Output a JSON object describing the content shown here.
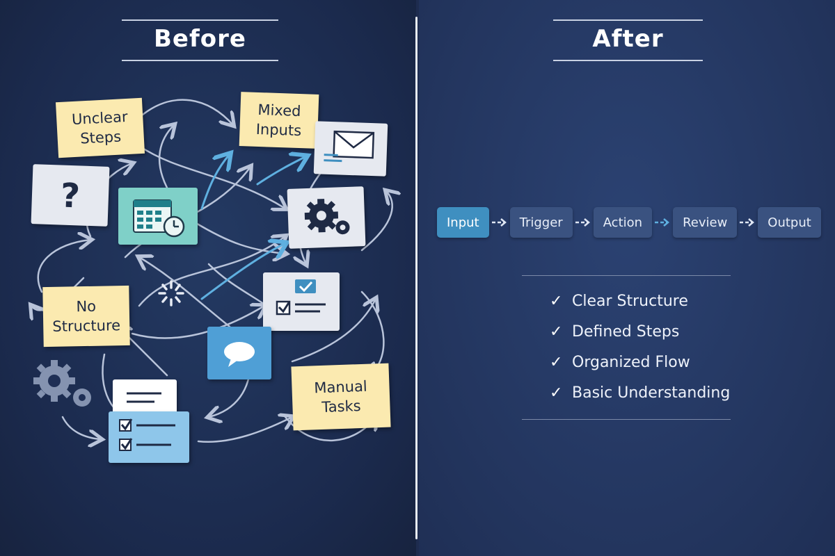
{
  "before": {
    "title": "Before",
    "notes": {
      "unclear": "Unclear\nSteps",
      "mixed": "Mixed\nInputs",
      "nostructure": "No\nStructure",
      "manual": "Manual\nTasks"
    },
    "icons": [
      "question-icon",
      "calendar-clock-icon",
      "envelope-icon",
      "gears-icon",
      "checklist-icon",
      "chat-bubble-icon",
      "document-stack-icon",
      "spinner-icon"
    ]
  },
  "after": {
    "title": "After",
    "flow": [
      "Input",
      "Trigger",
      "Action",
      "Review",
      "Output"
    ],
    "checklist": [
      "Clear Structure",
      "Defined Steps",
      "Organized Flow",
      "Basic Understanding"
    ],
    "check_symbol": "✓"
  },
  "colors": {
    "note": "#fbeab0",
    "accent_blue": "#3f8fc0",
    "step": "#3a5280"
  }
}
